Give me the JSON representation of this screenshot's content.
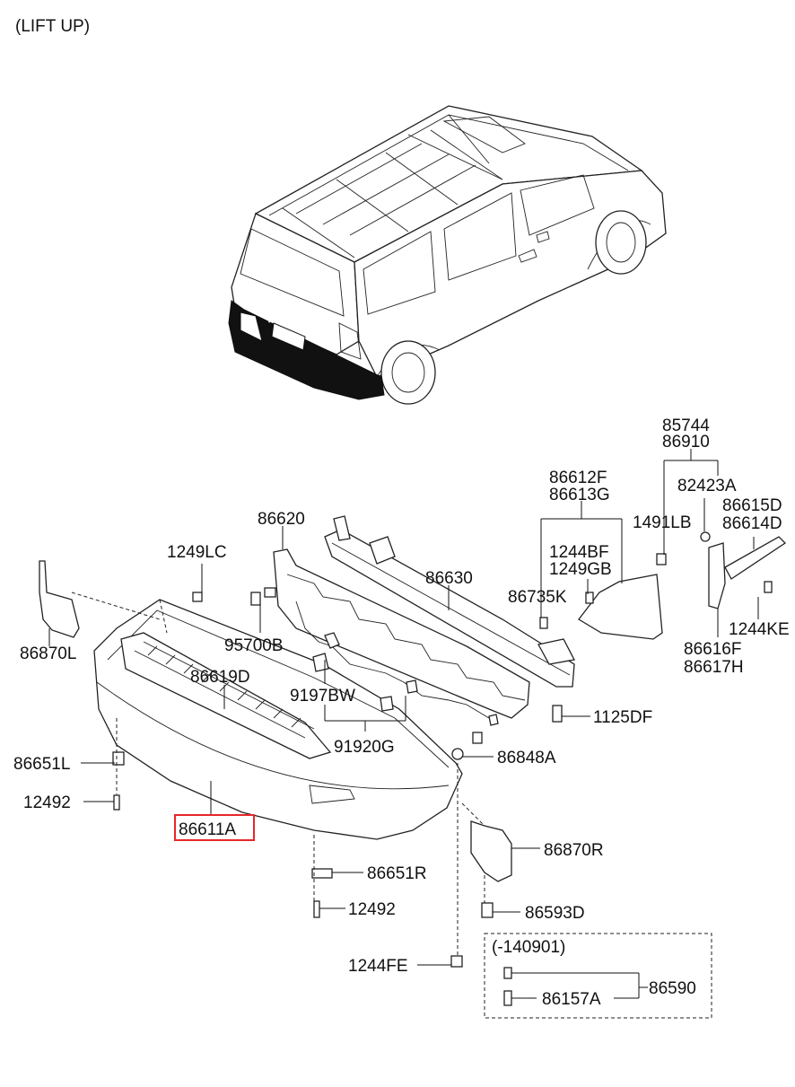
{
  "header": "(LIFT UP)",
  "callouts": {
    "c85744": "85744",
    "c86910": "86910",
    "c86612F": "86612F",
    "c86613G": "86613G",
    "c82423A": "82423A",
    "c86615D": "86615D",
    "c86614D": "86614D",
    "c86620": "86620",
    "c1491LB": "1491LB",
    "c1249LC": "1249LC",
    "c1244BF": "1244BF",
    "c1249GB": "1249GB",
    "c86630": "86630",
    "c86735K": "86735K",
    "c1244KE": "1244KE",
    "c86870L": "86870L",
    "c95700B": "95700B",
    "c86616F": "86616F",
    "c86617H": "86617H",
    "c86619D": "86619D",
    "c9197BW": "9197BW",
    "c1125DF": "1125DF",
    "c91920G": "91920G",
    "c86651L": "86651L",
    "c86848A": "86848A",
    "c12492a": "12492",
    "c86611A": "86611A",
    "c86870R": "86870R",
    "c86651R": "86651R",
    "c12492b": "12492",
    "c86593D": "86593D",
    "c140901": "(-140901)",
    "c1244FE": "1244FE",
    "c86590": "86590",
    "c86157A": "86157A"
  },
  "colors": {
    "line": "#111111",
    "highlight": "#e8262a"
  }
}
